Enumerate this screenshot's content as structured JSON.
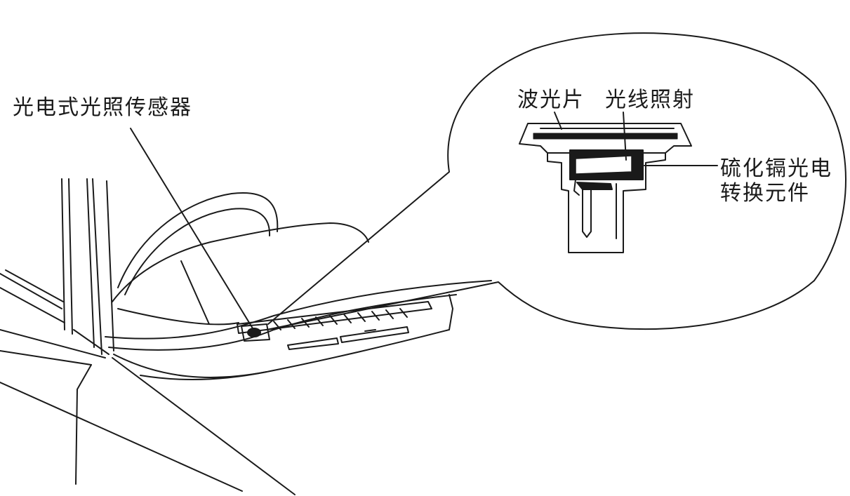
{
  "labels": {
    "sensor": "光电式光照传感器",
    "filter": "波光片",
    "light_ray": "光线照射",
    "cds_line1": "硫化镉光电",
    "cds_line2": "转换元件"
  },
  "colors": {
    "line": "#1a1a1a",
    "background": "#ffffff"
  }
}
